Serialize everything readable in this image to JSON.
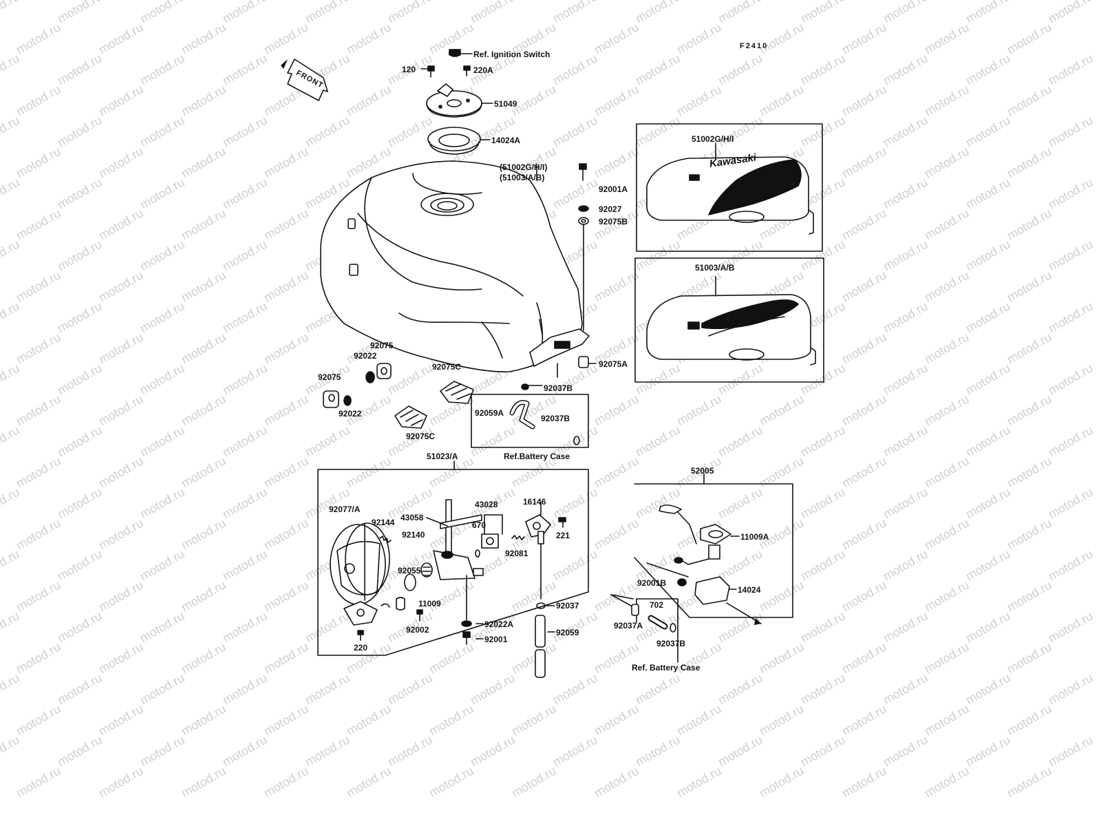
{
  "watermark": "motod.ru",
  "figure_code": "F2410",
  "front_label": "FRONT",
  "brand_logo": "Kawasaki",
  "labels": {
    "ref_ignition": "Ref. Ignition Switch",
    "p120": "120",
    "p220a": "220A",
    "p51049": "51049",
    "p14024a": "14024A",
    "tank_a": "(51002G/H/I)",
    "tank_b": "(51003/A/B)",
    "p92001a": "92001A",
    "p92027": "92027",
    "p92075b": "92075B",
    "inset1": "51002G/H/I",
    "inset2": "51003/A/B",
    "p92075a": "92075A",
    "p92075_1": "92075",
    "p92022_1": "92022",
    "p92075_2": "92075",
    "p92022_2": "92022",
    "p92075c_1": "92075C",
    "p92075c_2": "92075C",
    "p92037b_1": "92037B",
    "p92059a": "92059A",
    "p92037b_2": "92037B",
    "ref_battery_1": "Ref.Battery Case",
    "p51023": "51023/A",
    "p92077": "92077/A",
    "p92144": "92144",
    "p43058": "43058",
    "p43028": "43028",
    "p670": "670",
    "p16146": "16146",
    "p221": "221",
    "p92140": "92140",
    "p92081": "92081",
    "p92055": "92055",
    "p11009": "11009",
    "p92002": "92002",
    "p220": "220",
    "p92022a": "92022A",
    "p92001": "92001",
    "p92037": "92037",
    "p92059": "92059",
    "p52005": "52005",
    "p11009a": "11009A",
    "p92001b": "92001B",
    "p14024": "14024",
    "p702": "702",
    "p92037a": "92037A",
    "p92037b_3": "92037B",
    "ref_battery_2": "Ref. Battery Case"
  }
}
